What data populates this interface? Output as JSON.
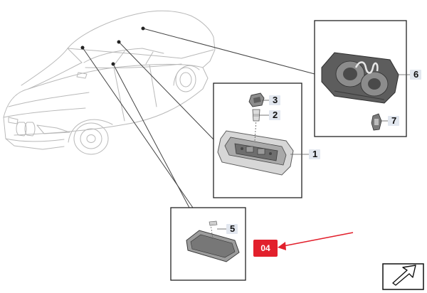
{
  "diagram": {
    "callouts": [
      {
        "id": "part-1",
        "label": "1"
      },
      {
        "id": "part-2",
        "label": "2"
      },
      {
        "id": "part-3",
        "label": "3"
      },
      {
        "id": "part-5",
        "label": "5"
      },
      {
        "id": "part-6",
        "label": "6"
      },
      {
        "id": "part-7",
        "label": "7"
      }
    ],
    "highlight_marker": {
      "label": "04",
      "color": "#e2202c"
    },
    "accent_color": "#e2202c",
    "icons": [
      "car-outline",
      "interior-light-housing",
      "bulb",
      "bulb-socket",
      "reading-light-unit",
      "footwell-light",
      "bulb-wedge",
      "page-corner-arrow-icon"
    ]
  }
}
